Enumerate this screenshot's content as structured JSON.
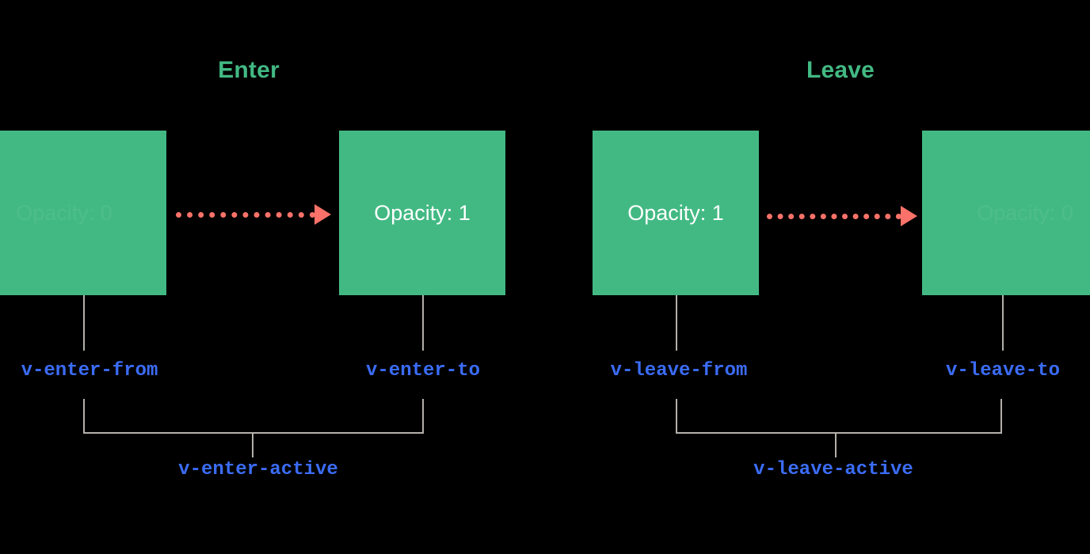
{
  "theme": {
    "background": "#000000",
    "box_green": "#42b983",
    "title_green": "#42b983",
    "arrow_coral": "#fa7269",
    "class_blue": "#3b6cf6",
    "connector_gray": "#b3b0ab",
    "box_text_white": "#ffffff"
  },
  "sections": [
    {
      "id": "enter",
      "title": "Enter",
      "start_box": {
        "label": "Opacity: 0",
        "faded": true
      },
      "end_box": {
        "label": "Opacity: 1",
        "faded": false
      },
      "from_class": "v-enter-from",
      "to_class": "v-enter-to",
      "active_class": "v-enter-active"
    },
    {
      "id": "leave",
      "title": "Leave",
      "start_box": {
        "label": "Opacity: 1",
        "faded": false
      },
      "end_box": {
        "label": "Opacity: 0",
        "faded": true
      },
      "from_class": "v-leave-from",
      "to_class": "v-leave-to",
      "active_class": "v-leave-active"
    }
  ]
}
